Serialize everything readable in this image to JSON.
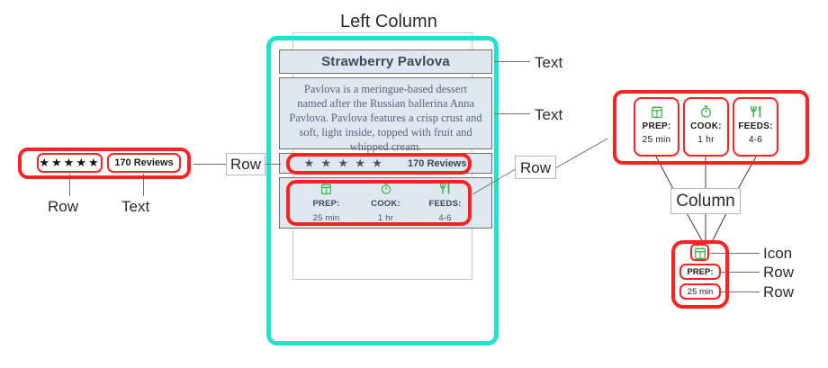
{
  "annotations": {
    "left_column": "Left Column",
    "column": "Column",
    "text": "Text",
    "row": "Row",
    "icon": "Icon",
    "text_label_top": "Text",
    "text_label_desc": "Text",
    "row_label_rating": "Row",
    "row_label_meta": "Row",
    "row_label_left_1": "Row",
    "text_label_left_1": "Text",
    "icon_label_detail": "Icon",
    "row_label_detail_1": "Row",
    "row_label_detail_2": "Row"
  },
  "colors": {
    "highlight_red": "#fb2222",
    "outline_teal": "#1fe3cf",
    "card_fill": "#dfe7f1",
    "card_border": "#6f6f6f",
    "icon_green": "#3ab54a",
    "container_gray": "#c9c9c9"
  },
  "card": {
    "title": "Strawberry Pavlova",
    "description": "Pavlova is a meringue-based dessert named after the Russian ballerina Anna Pavlova. Pavlova features a crisp crust and soft, light inside, topped with fruit and whipped cream.",
    "rating": {
      "stars": "★ ★ ★ ★ ★",
      "reviews": "170 Reviews"
    },
    "meta": [
      {
        "icon": "calendar-icon",
        "label": "PREP:",
        "value": "25 min"
      },
      {
        "icon": "stopwatch-icon",
        "label": "COOK:",
        "value": "1 hr"
      },
      {
        "icon": "cutlery-icon",
        "label": "FEEDS:",
        "value": "4-6"
      }
    ]
  },
  "detail_rating": {
    "stars": "★★★★★",
    "reviews": "170 Reviews"
  },
  "detail_meta": [
    {
      "icon": "calendar-icon",
      "label": "PREP:",
      "value": "25 min"
    },
    {
      "icon": "stopwatch-icon",
      "label": "COOK:",
      "value": "1 hr"
    },
    {
      "icon": "cutlery-icon",
      "label": "FEEDS:",
      "value": "4-6"
    }
  ],
  "detail_single": {
    "icon": "calendar-icon",
    "label": "PREP:",
    "value": "25 min"
  }
}
